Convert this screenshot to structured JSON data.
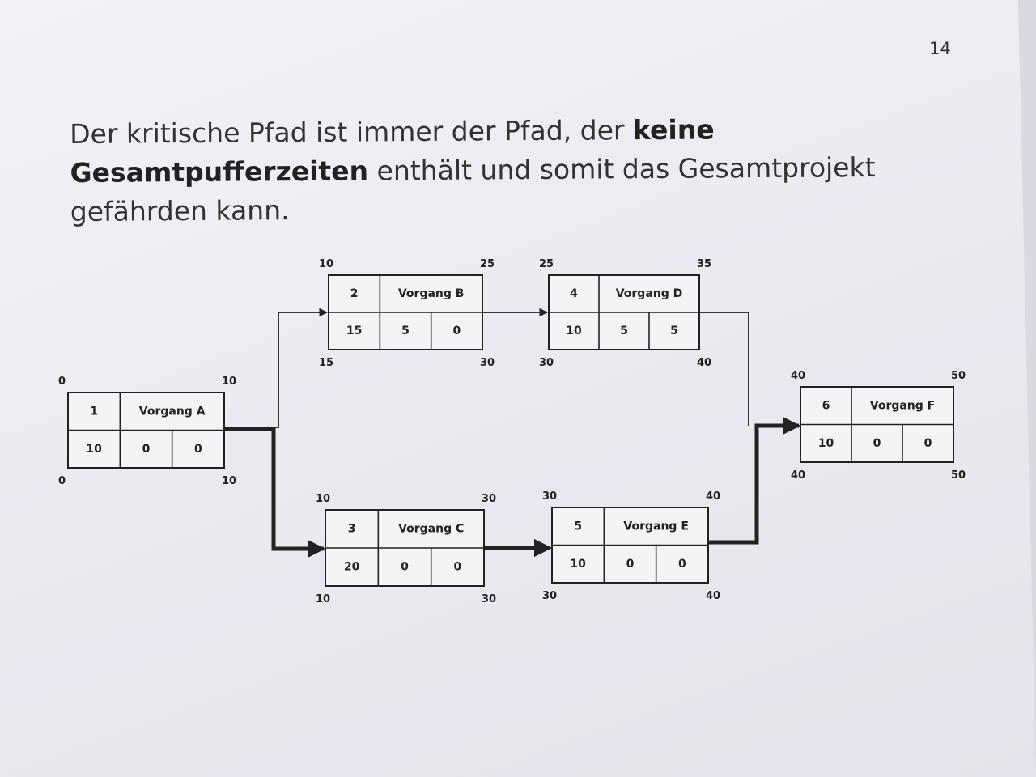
{
  "page_number": "14",
  "heading": {
    "part1": "Der kritische Pfad ist immer der Pfad, der ",
    "bold": "keine Gesamtpufferzeiten",
    "part2": " enthält und somit das Gesamtprojekt gefährden kann."
  },
  "nodes": [
    {
      "id": "a",
      "nr": "1",
      "name": "Vorgang A",
      "duration": "10",
      "gp": "0",
      "fp": "0",
      "faz": "0",
      "fez": "10",
      "saz": "0",
      "sez": "10"
    },
    {
      "id": "b",
      "nr": "2",
      "name": "Vorgang B",
      "duration": "15",
      "gp": "5",
      "fp": "0",
      "faz": "10",
      "fez": "25",
      "saz": "15",
      "sez": "30"
    },
    {
      "id": "c",
      "nr": "3",
      "name": "Vorgang C",
      "duration": "20",
      "gp": "0",
      "fp": "0",
      "faz": "10",
      "fez": "30",
      "saz": "10",
      "sez": "30"
    },
    {
      "id": "d",
      "nr": "4",
      "name": "Vorgang D",
      "duration": "10",
      "gp": "5",
      "fp": "5",
      "faz": "25",
      "fez": "35",
      "saz": "30",
      "sez": "40"
    },
    {
      "id": "e",
      "nr": "5",
      "name": "Vorgang E",
      "duration": "10",
      "gp": "0",
      "fp": "0",
      "faz": "30",
      "fez": "40",
      "saz": "30",
      "sez": "40"
    },
    {
      "id": "f",
      "nr": "6",
      "name": "Vorgang F",
      "duration": "10",
      "gp": "0",
      "fp": "0",
      "faz": "40",
      "fez": "50",
      "saz": "40",
      "sez": "50"
    }
  ],
  "edges": [
    {
      "from": "a",
      "to": "b",
      "critical": false
    },
    {
      "from": "a",
      "to": "c",
      "critical": true
    },
    {
      "from": "b",
      "to": "d",
      "critical": false
    },
    {
      "from": "c",
      "to": "e",
      "critical": true
    },
    {
      "from": "d",
      "to": "f",
      "critical": false
    },
    {
      "from": "e",
      "to": "f",
      "critical": true
    }
  ],
  "colors": {
    "line": "#222222",
    "box_fill": "#f4f4f6",
    "text": "#222222"
  }
}
